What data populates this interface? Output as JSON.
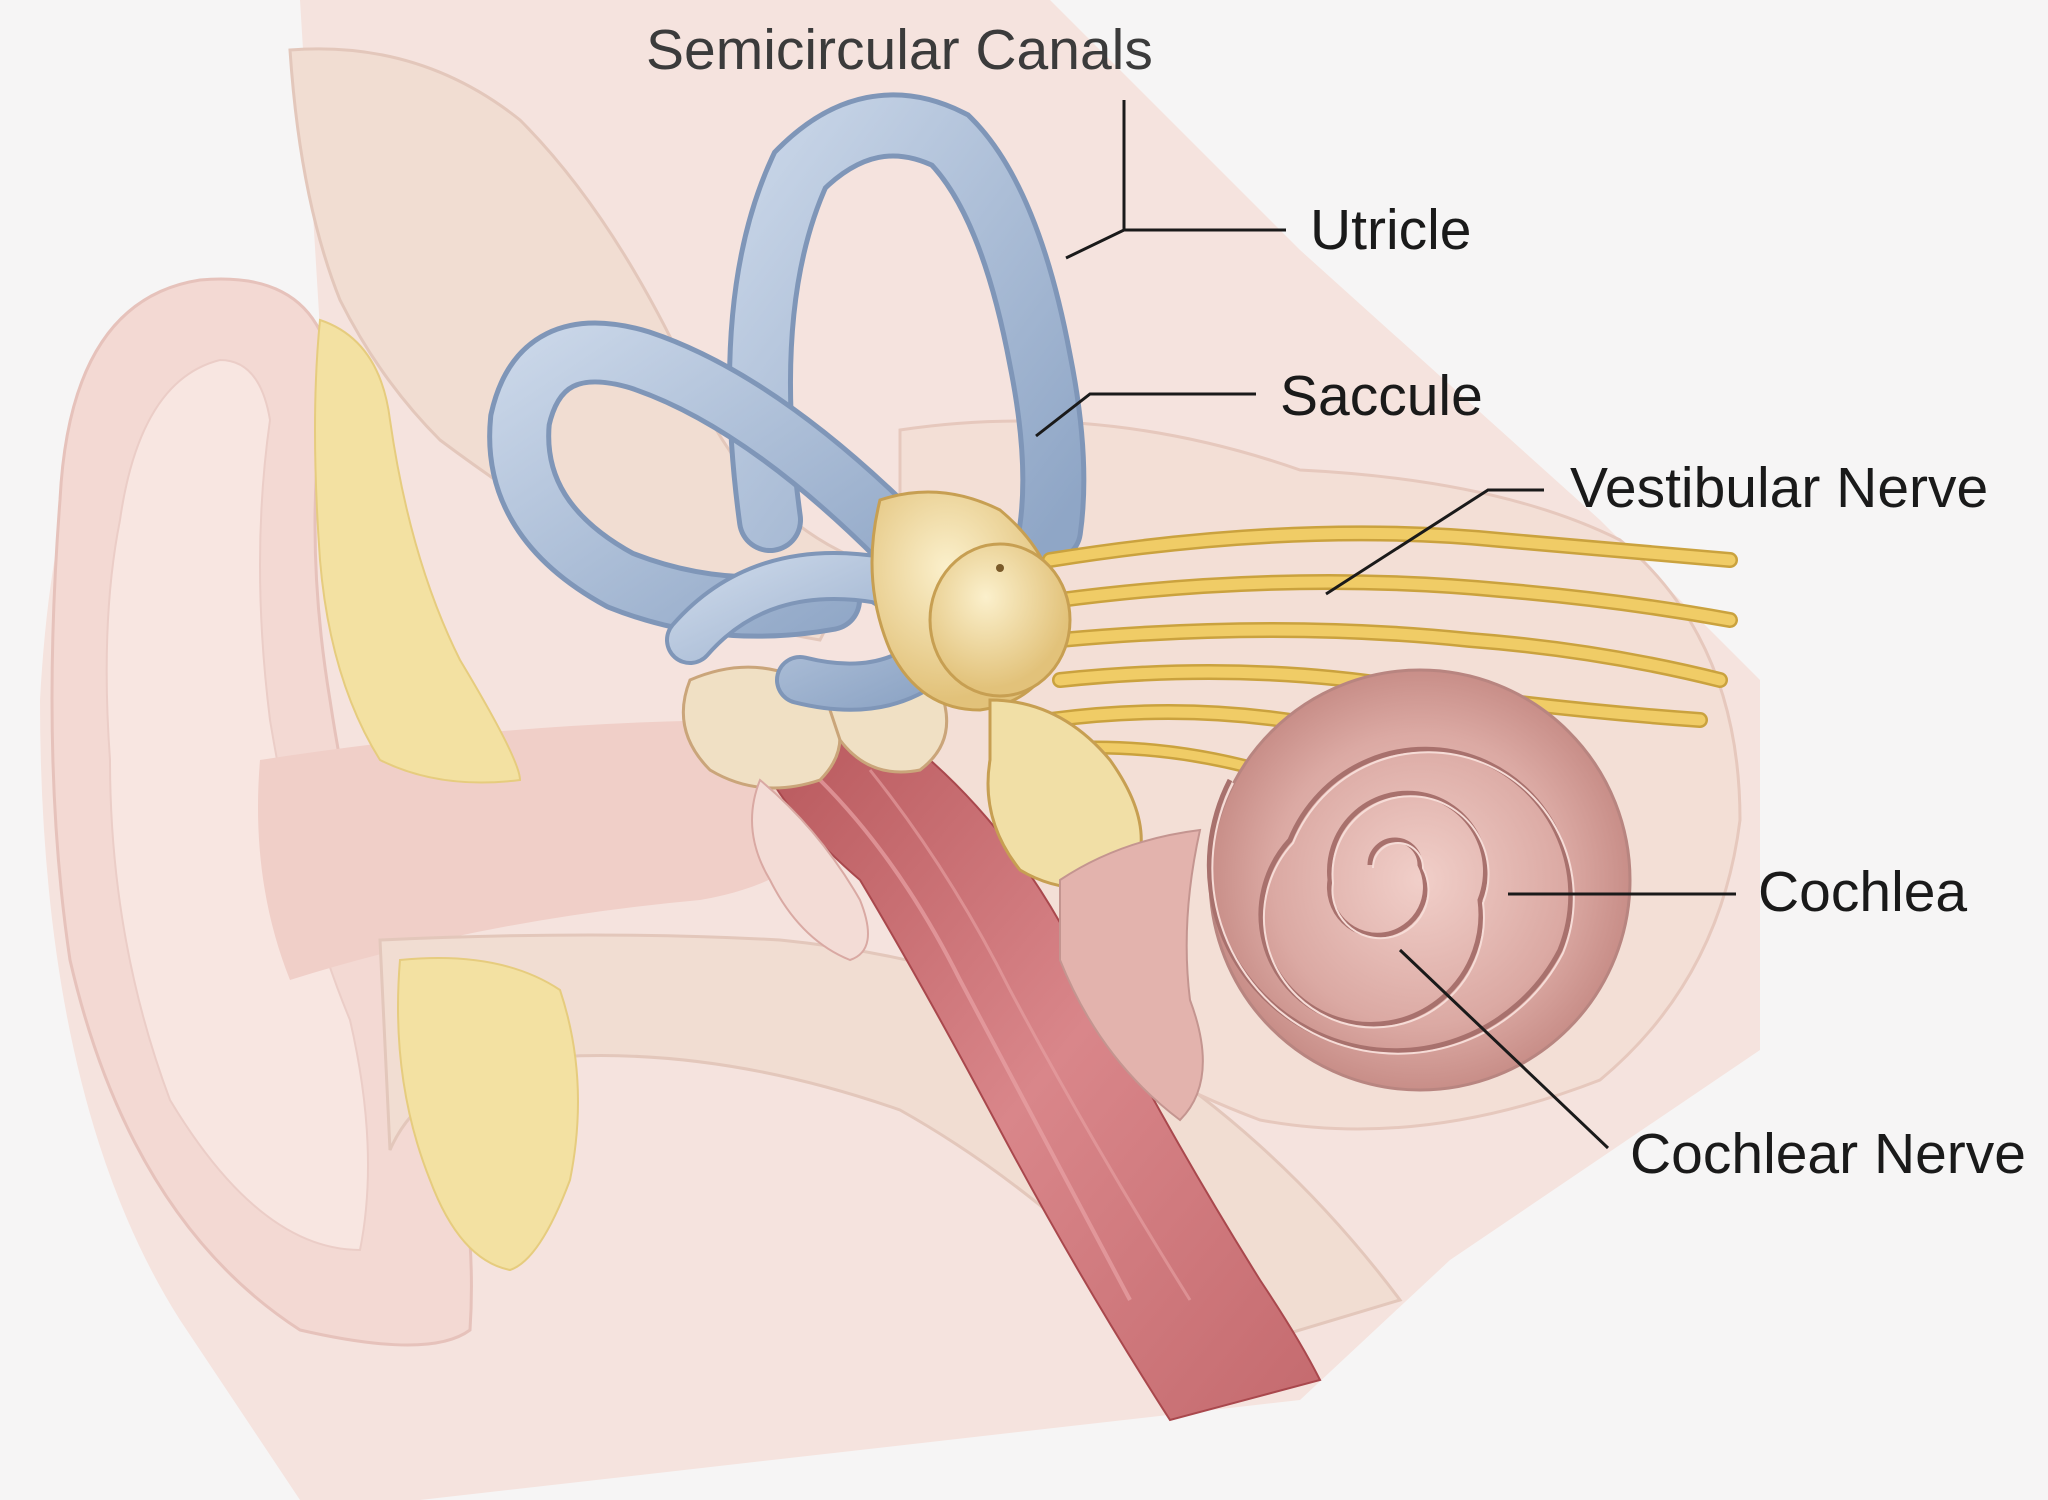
{
  "labels": {
    "semicircular_canals": "Semicircular Canals",
    "utricle": "Utricle",
    "saccule": "Saccule",
    "vestibular_nerve": "Vestibular Nerve",
    "cochlea": "Cochlea",
    "cochlear_nerve": "Cochlear Nerve"
  },
  "colors": {
    "background": "#f6f5f5",
    "canal_blue": "#a9bcd6",
    "nerve_yellow": "#e9c45a",
    "vestibule_cream": "#f1dfa6",
    "cochlea_pink": "#d9a6a0",
    "muscle_red": "#c86a6c",
    "skin": "#f2dcd6",
    "fat": "#f2e0a0",
    "leader_line": "#1a1a1a"
  }
}
